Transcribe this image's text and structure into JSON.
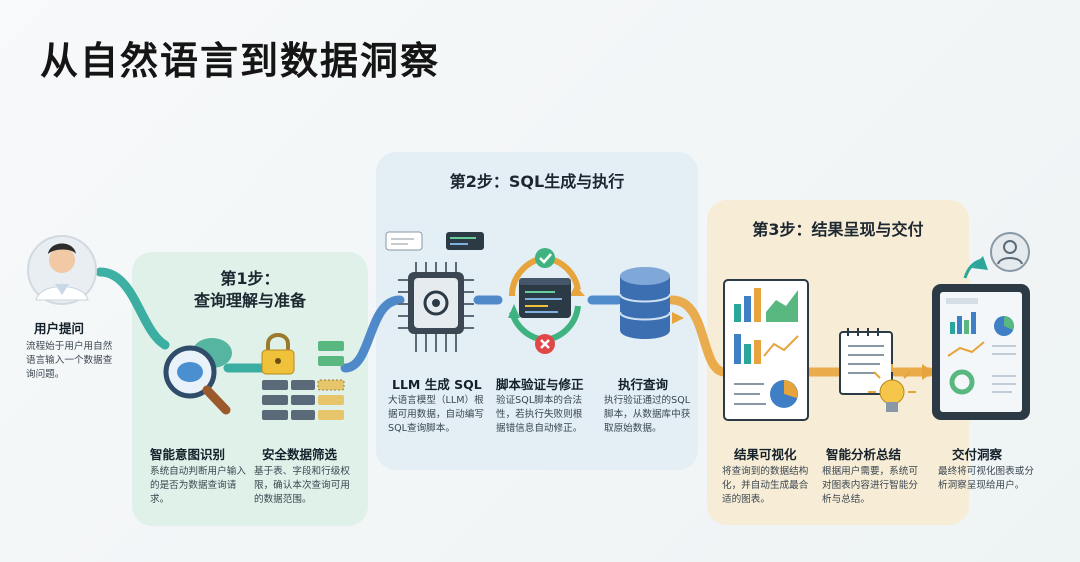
{
  "title": "从自然语言到数据洞察",
  "user_question": {
    "label": "用户提问",
    "desc": "流程始于用户用自然语言输入一个数据查询问题。"
  },
  "step1": {
    "title_line1": "第1步：",
    "title_line2": "查询理解与准备",
    "intent": {
      "label": "智能意图识别",
      "desc": "系统自动判断用户输入的是否为数据查询请求。"
    },
    "filter": {
      "label": "安全数据筛选",
      "desc": "基于表、字段和行级权限，确认本次查询可用的数据范围。"
    }
  },
  "step2": {
    "title": "第2步：SQL生成与执行",
    "llm": {
      "label": "LLM 生成 SQL",
      "desc": "大语言模型（LLM）根据可用数据，自动编写SQL查询脚本。"
    },
    "verify": {
      "label": "脚本验证与修正",
      "desc": "验证SQL脚本的合法性，若执行失败则根据错信息自动修正。"
    },
    "execute": {
      "label": "执行查询",
      "desc": "执行验证通过的SQL脚本，从数据库中获取原始数据。"
    }
  },
  "step3": {
    "title": "第3步：结果呈现与交付",
    "visual": {
      "label": "结果可视化",
      "desc": "将查询到的数据结构化，并自动生成最合适的图表。"
    },
    "analysis": {
      "label": "智能分析总结",
      "desc": "根据用户需要，系统可对图表内容进行智能分析与总结。"
    }
  },
  "deliver": {
    "label": "交付洞察",
    "desc": "最终将可视化图表或分析洞察呈现给用户。"
  },
  "colors": {
    "teal": "#2aa79a",
    "blue": "#3f7fc6",
    "orange": "#e8a43c",
    "accent_green": "#3fb37f",
    "accent_red": "#e04848"
  },
  "icons": [
    "user-avatar-icon",
    "brain-magnifier-icon",
    "lock-icon",
    "data-grid-icon",
    "ai-chip-icon",
    "code-window-icon",
    "check-icon",
    "cross-icon",
    "database-icon",
    "chart-report-icon",
    "notepad-icon",
    "lightbulb-icon",
    "tablet-dashboard-icon",
    "user-icon"
  ]
}
